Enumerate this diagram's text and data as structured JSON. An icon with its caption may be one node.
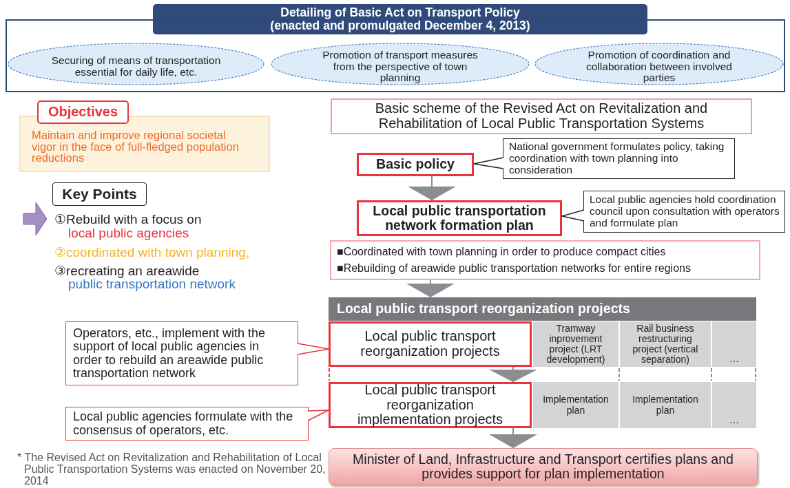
{
  "diagram": {
    "nodes": [
      {
        "text": [
          "Detailing of Basic Act on Transport Policy (enacted and promulgated December 4, 2013)"
        ]
      },
      {
        "text": [
          "Securing of means of transportation essential for daily life, etc."
        ],
        "in": 0
      },
      {
        "text": [
          "Promotion of transport measures from the perspective of town planning"
        ],
        "in": 0
      },
      {
        "text": [
          "Promotion of coordination and collaboration between involved parties"
        ],
        "in": 0
      },
      {
        "text": [
          "Objectives",
          "Maintain and improve regional societal vigor in the face of full-fledged population reductions"
        ]
      },
      {
        "text": [
          "Key Points"
        ]
      },
      {
        "text": [
          "Basic scheme of the Revised Act on Revitalization and Rehabilitation of Local Public Transportation Systems"
        ]
      },
      {
        "text": [
          "Basic policy"
        ]
      },
      {
        "text": [
          "National government formulates policy, taking coordination with town planning into consideration"
        ]
      },
      {
        "text": [
          "Local public transportation network formation plan"
        ]
      },
      {
        "text": [
          "Local public agencies hold coordination council upon consultation with operators and formulate plan"
        ]
      },
      {
        "text": [
          "■Coordinated with town planning in order to produce compact cities",
          "■Rebuilding of areawide public transportation networks for entire regions"
        ]
      },
      {
        "text": [
          "Local public transport reorganization projects"
        ]
      },
      {
        "text": [
          "Operators, etc., implement with the support of local public agencies in order to rebuild an areawide public transportation network"
        ]
      },
      {
        "text": [
          "Local public transport reorganization projects"
        ]
      },
      {
        "text": [
          "Tramway inprovement project (LRT development)"
        ]
      },
      {
        "text": [
          "Rail business restructuring project (vertical separation)"
        ]
      },
      {
        "text": [
          "…"
        ]
      },
      {
        "text": [
          "Local public agencies formulate with the consensus of operators, etc."
        ]
      },
      {
        "text": [
          "Local public transport reorganization implementation projects"
        ]
      },
      {
        "text": [
          "Implementation plan"
        ]
      },
      {
        "text": [
          "Implementation plan"
        ]
      },
      {
        "text": [
          "…"
        ]
      },
      {
        "text": [
          "Minister of Land, Infrastructure and Transport certifies plans and provides support for plan implementation"
        ]
      }
    ],
    "edges": [
      {
        "from": 8,
        "to": 7,
        "arrow": "none",
        "color": "#222222"
      },
      {
        "from": 10,
        "to": 9,
        "arrow": "none",
        "color": "#222222"
      },
      {
        "from": 7,
        "to": 9,
        "arrow": "to"
      },
      {
        "from": 11,
        "to": 12,
        "arrow": "to"
      },
      {
        "from": 14,
        "to": 19,
        "arrow": "to"
      },
      {
        "from": 19,
        "to": 23,
        "arrow": "to"
      },
      {
        "from": 13,
        "to": 14,
        "arrow": "none",
        "color": "#e8343a"
      },
      {
        "from": 18,
        "to": 19,
        "arrow": "none",
        "color": "#e8343a"
      }
    ],
    "labels": [
      "①Rebuild with a focus on",
      "local public agencies",
      "②coordinated with town planning,",
      "③recreating an areawide",
      "public transportation network",
      "* The Revised Act on Revitalization and Rehabilitation of Local Public Transportation Systems was enacted on November 20, 2014"
    ]
  }
}
